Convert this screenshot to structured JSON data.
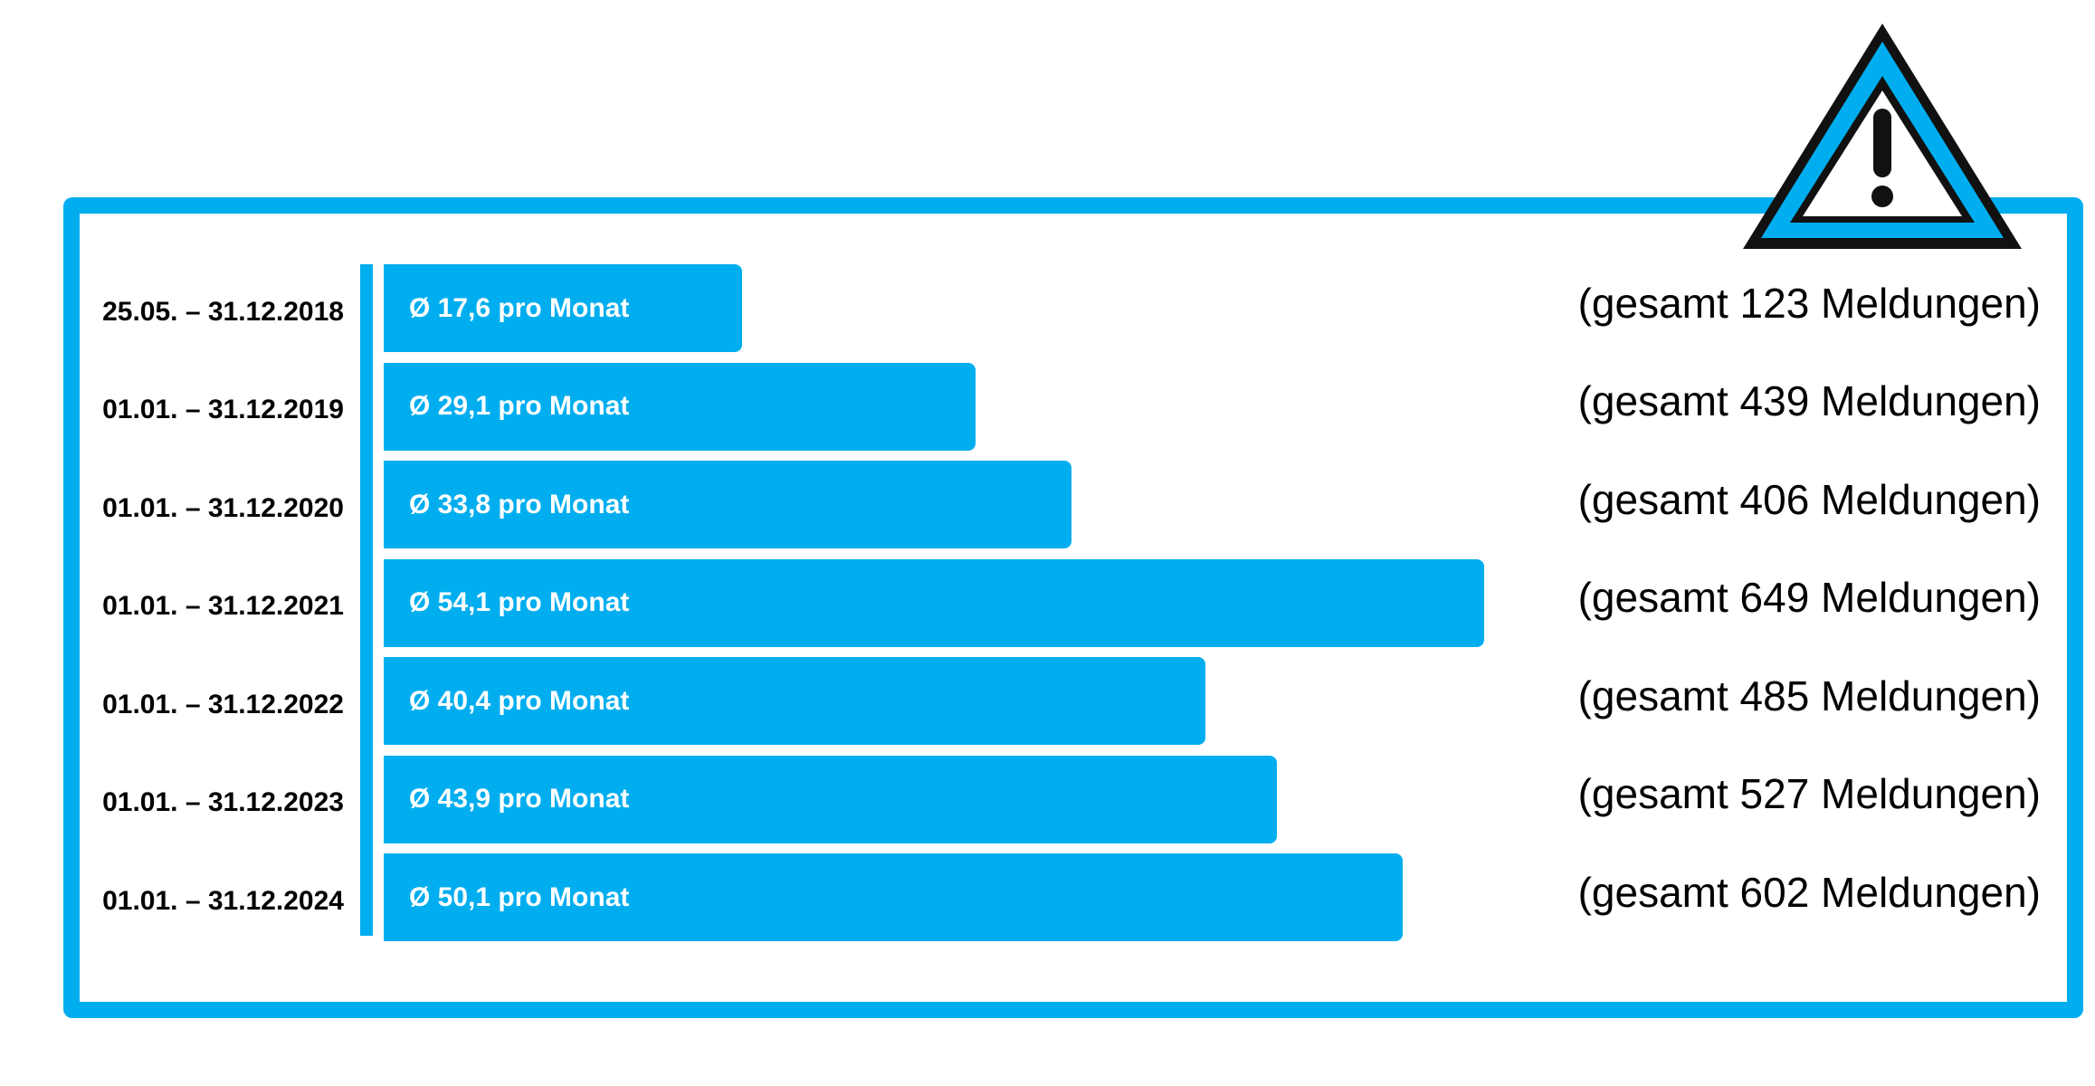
{
  "chart_data": {
    "type": "bar",
    "orientation": "horizontal",
    "categories": [
      "25.05. – 31.12.2018",
      "01.01. – 31.12.2019",
      "01.01. – 31.12.2020",
      "01.01. – 31.12.2021",
      "01.01. – 31.12.2022",
      "01.01. – 31.12.2023",
      "01.01. – 31.12.2024"
    ],
    "values": [
      17.6,
      29.1,
      33.8,
      54.1,
      40.4,
      43.9,
      50.1
    ],
    "bar_labels": [
      "Ø 17,6 pro Monat",
      "Ø 29,1 pro Monat",
      "Ø 33,8 pro Monat",
      "Ø 54,1 pro Monat",
      "Ø 40,4 pro Monat",
      "Ø 43,9 pro Monat",
      "Ø 50,1 pro Monat"
    ],
    "totals": [
      123,
      439,
      406,
      649,
      485,
      527,
      602
    ],
    "total_labels": [
      "(gesamt 123 Meldungen)",
      "(gesamt 439 Meldungen)",
      "(gesamt 406 Meldungen)",
      "(gesamt 649 Meldungen)",
      "(gesamt 485 Meldungen)",
      "(gesamt 527 Meldungen)",
      "(gesamt 602 Meldungen)"
    ],
    "title": "",
    "xlabel": "",
    "ylabel": "",
    "grid": false,
    "legend": "none"
  },
  "colors": {
    "bar": "#00AEEF",
    "frame": "#00AEEF",
    "text": "#000000",
    "bar_text": "#FFFFFF"
  },
  "icons": {
    "warning": "warning-triangle-icon"
  }
}
